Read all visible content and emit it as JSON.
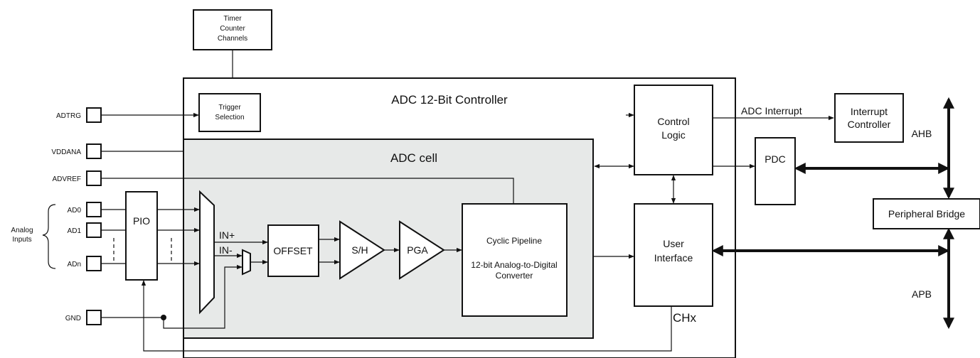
{
  "timer": {
    "line1": "Timer",
    "line2": "Counter",
    "line3": "Channels"
  },
  "controller": {
    "title": "ADC 12-Bit Controller"
  },
  "trigger": {
    "line1": "Trigger",
    "line2": "Selection"
  },
  "adc_cell": {
    "title": "ADC cell"
  },
  "pins": {
    "adtrg": "ADTRG",
    "vddana": "VDDANA",
    "advref": "ADVREF",
    "ad0": "AD0",
    "ad1": "AD1",
    "adn": "ADn",
    "gnd": "GND"
  },
  "analog_inputs": {
    "line1": "Analog",
    "line2": "Inputs"
  },
  "pio": "PIO",
  "in_plus": "IN+",
  "in_minus": "IN-",
  "offset": "OFFSET",
  "sh": "S/H",
  "pga": "PGA",
  "converter": {
    "line1": "Cyclic Pipeline",
    "line2": "12-bit Analog-to-Digital",
    "line3": "Converter"
  },
  "control_logic": {
    "line1": "Control",
    "line2": "Logic"
  },
  "user_interface": {
    "line1": "User",
    "line2": "Interface"
  },
  "chx": "CHx",
  "adc_interrupt": "ADC Interrupt",
  "interrupt_controller": {
    "line1": "Interrupt",
    "line2": "Controller"
  },
  "pdc": "PDC",
  "ahb": "AHB",
  "apb": "APB",
  "peripheral_bridge": "Peripheral Bridge"
}
